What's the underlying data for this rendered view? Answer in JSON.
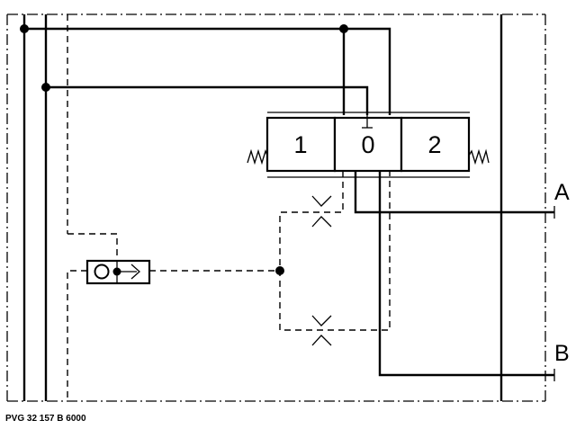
{
  "spool": {
    "positions": [
      "1",
      "0",
      "2"
    ]
  },
  "ports": {
    "a": "A",
    "b": "B"
  },
  "drawing_code": "PVG 32 157 B 6000"
}
